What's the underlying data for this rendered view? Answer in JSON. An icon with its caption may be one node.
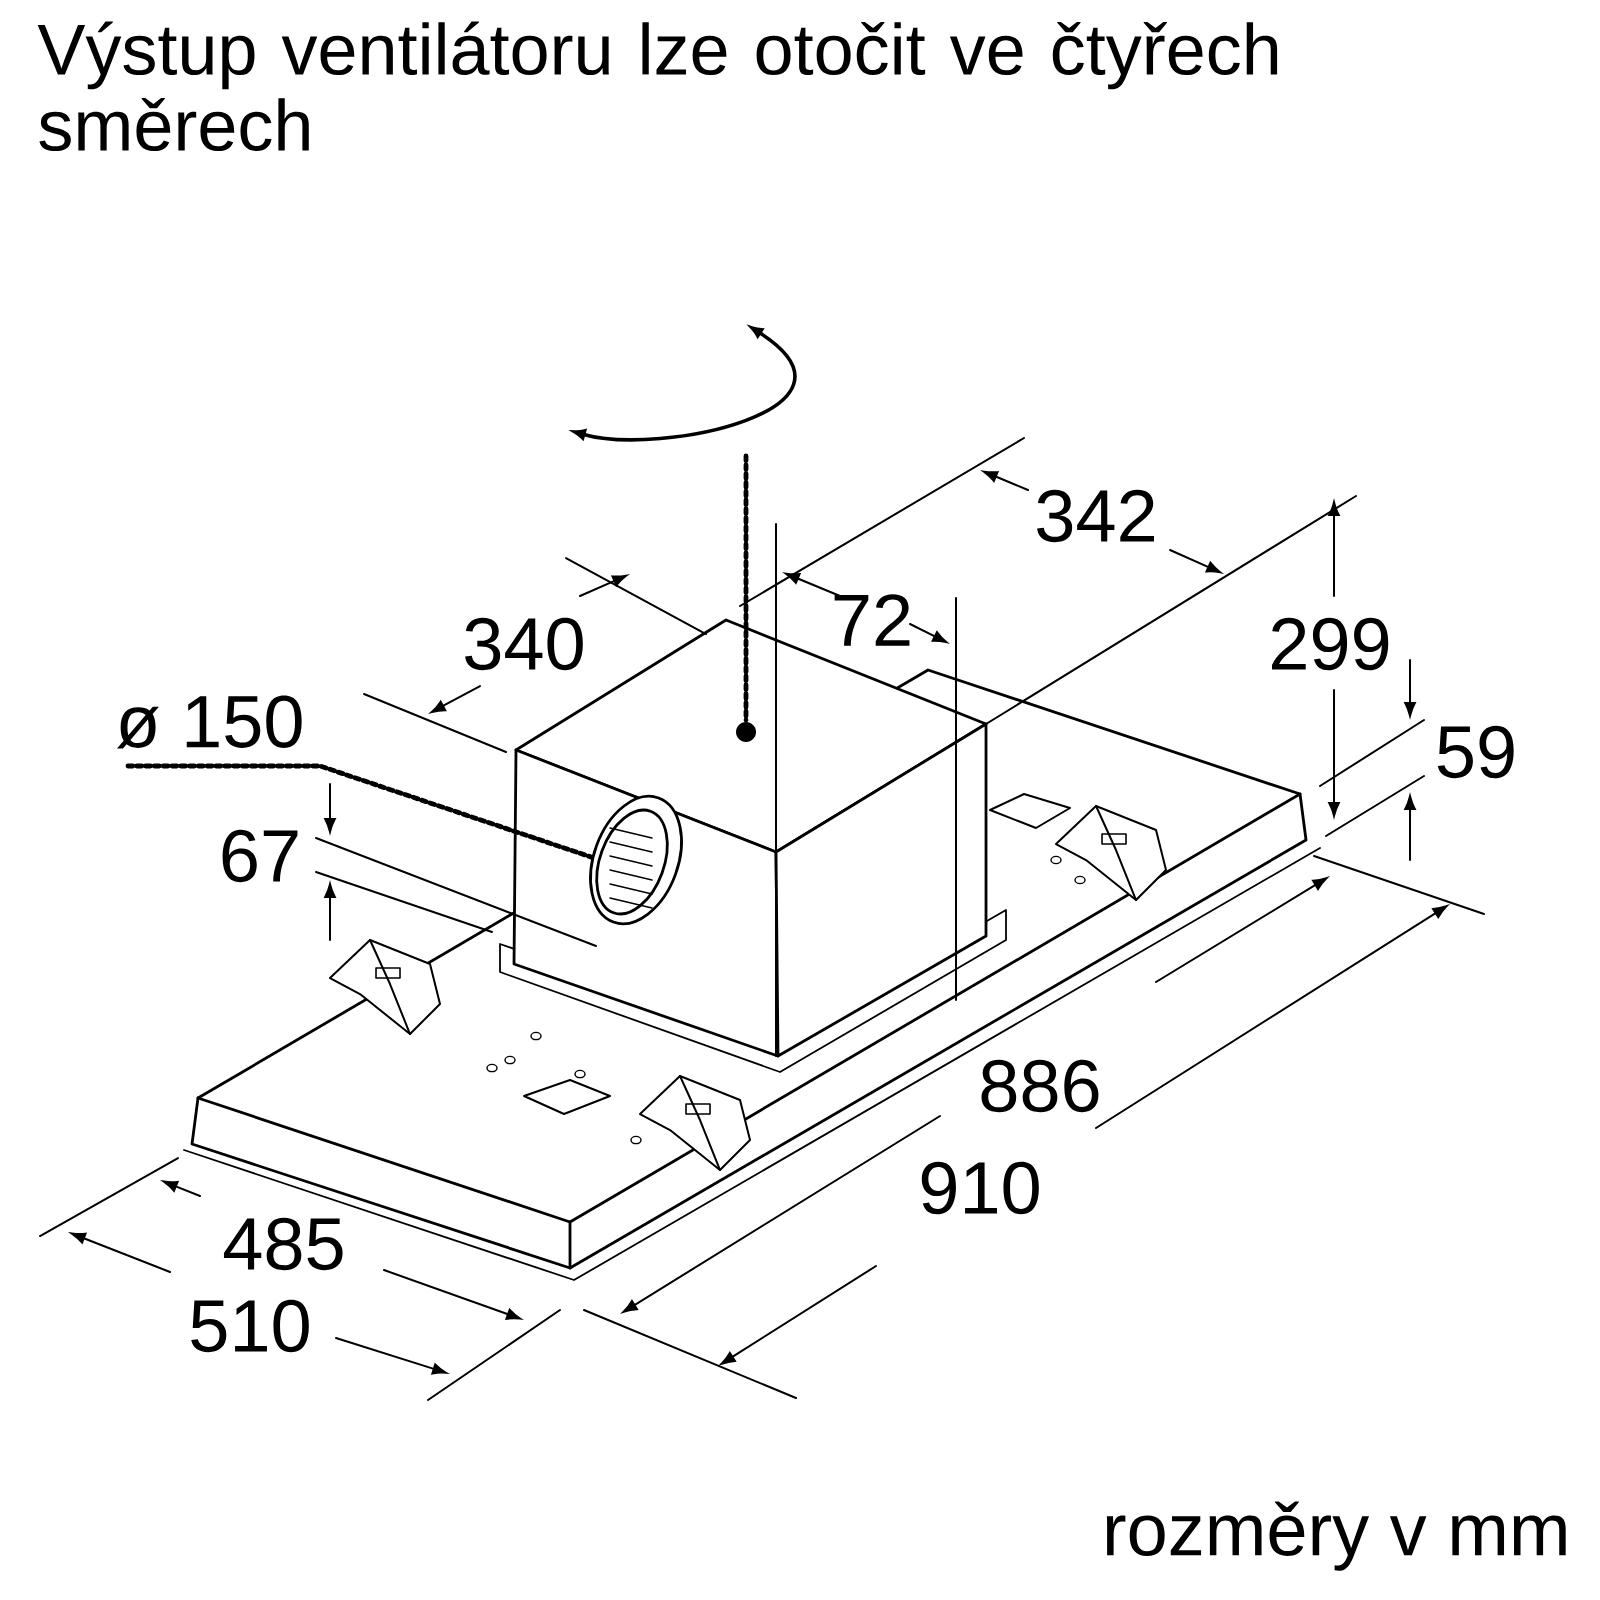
{
  "diagram": {
    "title": "Výstup ventilátoru lze otočit ve čtyřech směrech",
    "labels": [
      "342",
      "340",
      "72",
      "299",
      "ø 150",
      "59",
      "67",
      "886",
      "910",
      "485",
      "510"
    ],
    "caption": "rozměry v mm"
  }
}
